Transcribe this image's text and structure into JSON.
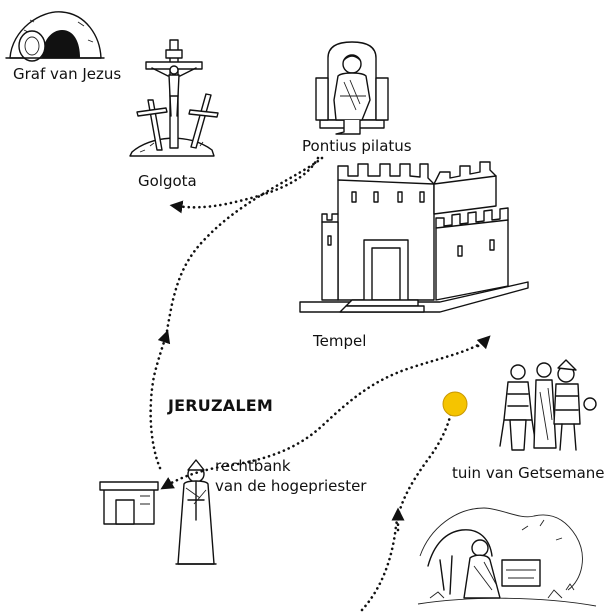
{
  "places": {
    "graf": {
      "label": "Graf van Jezus",
      "icon": "tomb-icon"
    },
    "golgota": {
      "label": "Golgota",
      "icon": "three-crosses-icon"
    },
    "pilatus": {
      "label": "Pontius pilatus",
      "icon": "pilate-on-throne-icon"
    },
    "tempel": {
      "label": "Tempel",
      "icon": "temple-castle-icon"
    },
    "jeruzalem": {
      "label": "JERUZALEM"
    },
    "rechtbank": {
      "label_line1": "rechtbank",
      "label_line2": "van de hogepriester",
      "icon": "high-priest-court-icon"
    },
    "getsemane": {
      "label": "tuin van Getsemane",
      "icon": "soldiers-arrest-icon"
    },
    "garden": {
      "icon": "garden-prayer-icon"
    }
  },
  "marker": {
    "color": "#f5c400",
    "icon": "current-position-dot"
  },
  "route_color": "#111111"
}
